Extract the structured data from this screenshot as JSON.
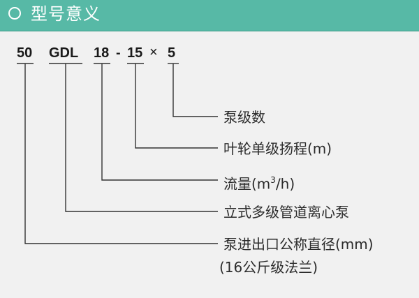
{
  "header": {
    "title": "型号意义"
  },
  "code": {
    "diameter": "50",
    "series": "GDL",
    "flow": "18",
    "dash": "-",
    "head": "15",
    "times": "×",
    "stages": "5"
  },
  "labels": {
    "stages": "泵级数",
    "head": "叶轮单级扬程(m)",
    "flow_prefix": "流量(m",
    "flow_sup": "3",
    "flow_suffix": "/h)",
    "type": "立式多级管道离心泵",
    "diameter_line1": "泵进出口公称直径(mm)",
    "diameter_line2": "(16公斤级法兰)"
  },
  "colors": {
    "header": "#57b9a6",
    "line": "#333333"
  }
}
